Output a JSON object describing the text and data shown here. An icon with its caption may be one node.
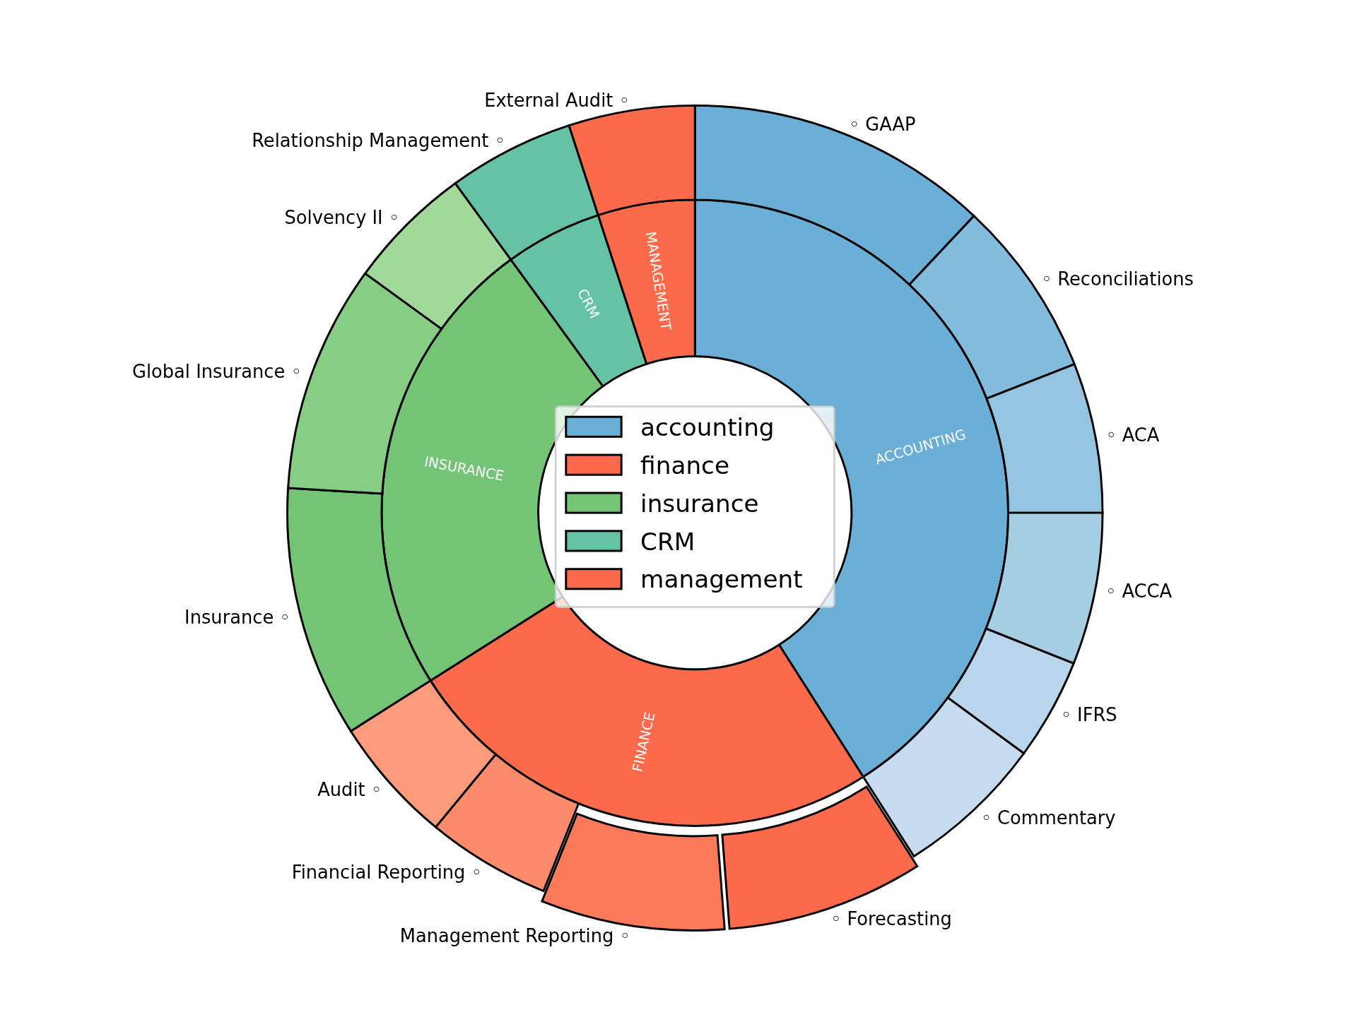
{
  "diagram": {
    "nodes": [
      {
        "text": [
          "ACCOUNTING"
        ]
      },
      {
        "text": [
          "FINANCE"
        ]
      },
      {
        "text": [
          "INSURANCE"
        ]
      },
      {
        "text": [
          "CRM"
        ]
      },
      {
        "text": [
          "MANAGEMENT"
        ]
      },
      {
        "text": [
          "◦ GAAP"
        ]
      },
      {
        "text": [
          "◦ Reconciliations"
        ]
      },
      {
        "text": [
          "◦ ACA"
        ]
      },
      {
        "text": [
          "◦ ACCA"
        ]
      },
      {
        "text": [
          "◦ IFRS"
        ]
      },
      {
        "text": [
          "◦ Commentary"
        ]
      },
      {
        "text": [
          "◦ Forecasting"
        ]
      },
      {
        "text": [
          "Management Reporting ◦"
        ]
      },
      {
        "text": [
          "Financial Reporting ◦"
        ]
      },
      {
        "text": [
          "Audit ◦"
        ]
      },
      {
        "text": [
          "Insurance ◦"
        ]
      },
      {
        "text": [
          "Global Insurance ◦"
        ]
      },
      {
        "text": [
          "Solvency II ◦"
        ]
      },
      {
        "text": [
          "Relationship Management ◦"
        ]
      },
      {
        "text": [
          "External Audit ◦"
        ]
      }
    ],
    "legend": [
      {
        "text": "accounting",
        "color": "#6baed6"
      },
      {
        "text": "finance",
        "color": "#fb6a4a"
      },
      {
        "text": "insurance",
        "color": "#74c476"
      },
      {
        "text": "CRM",
        "color": "#66c2a4"
      },
      {
        "text": "management",
        "color": "#fb6a4a"
      }
    ]
  }
}
